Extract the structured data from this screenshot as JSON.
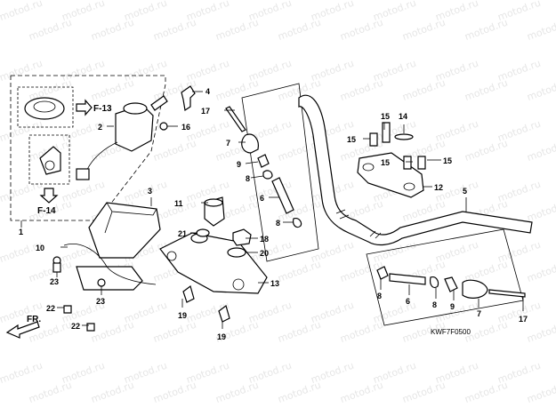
{
  "watermark": "motod.ru",
  "diagram_code": "KWF7F0500",
  "front_label": "FR.",
  "refs": {
    "f13": "F-13",
    "f14": "F-14"
  },
  "labels": [
    "1",
    "2",
    "3",
    "4",
    "5",
    "6",
    "7",
    "8",
    "9",
    "10",
    "11",
    "12",
    "13",
    "14",
    "15",
    "16",
    "17",
    "18",
    "19",
    "20",
    "21",
    "22",
    "23"
  ]
}
